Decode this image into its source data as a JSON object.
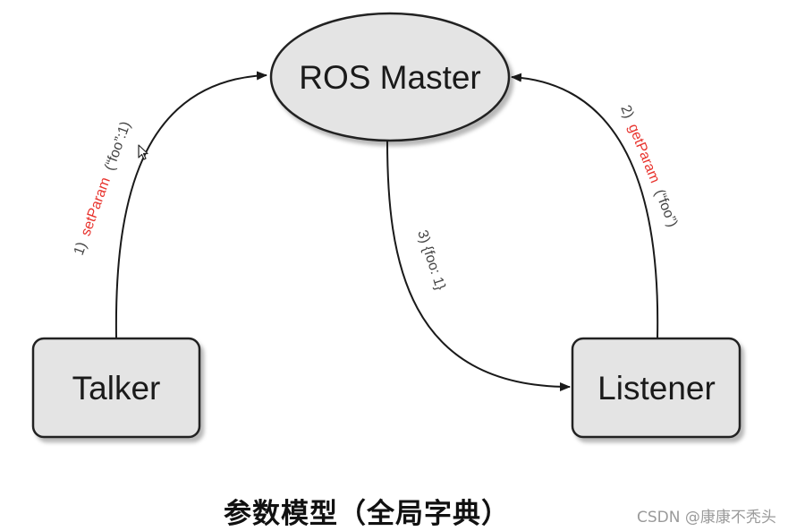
{
  "nodes": {
    "master": "ROS Master",
    "talker": "Talker",
    "listener": "Listener"
  },
  "edges": {
    "set_param": {
      "step": "1)",
      "fn": "setParam",
      "args": "(“foo”:1)"
    },
    "get_param": {
      "step": "2)",
      "fn": "getParam",
      "args": "(“foo”)"
    },
    "reply": {
      "text": "3) {foo: 1}"
    }
  },
  "caption": "参数模型（全局字典）",
  "watermark": "CSDN @康康不秃头",
  "colors": {
    "node_fill": "#e4e4e4",
    "node_stroke": "#222222",
    "function_name": "#e8332d",
    "edge": "#1a1a1a",
    "label": "#444444"
  },
  "icons": [
    "mouse-pointer-icon"
  ]
}
